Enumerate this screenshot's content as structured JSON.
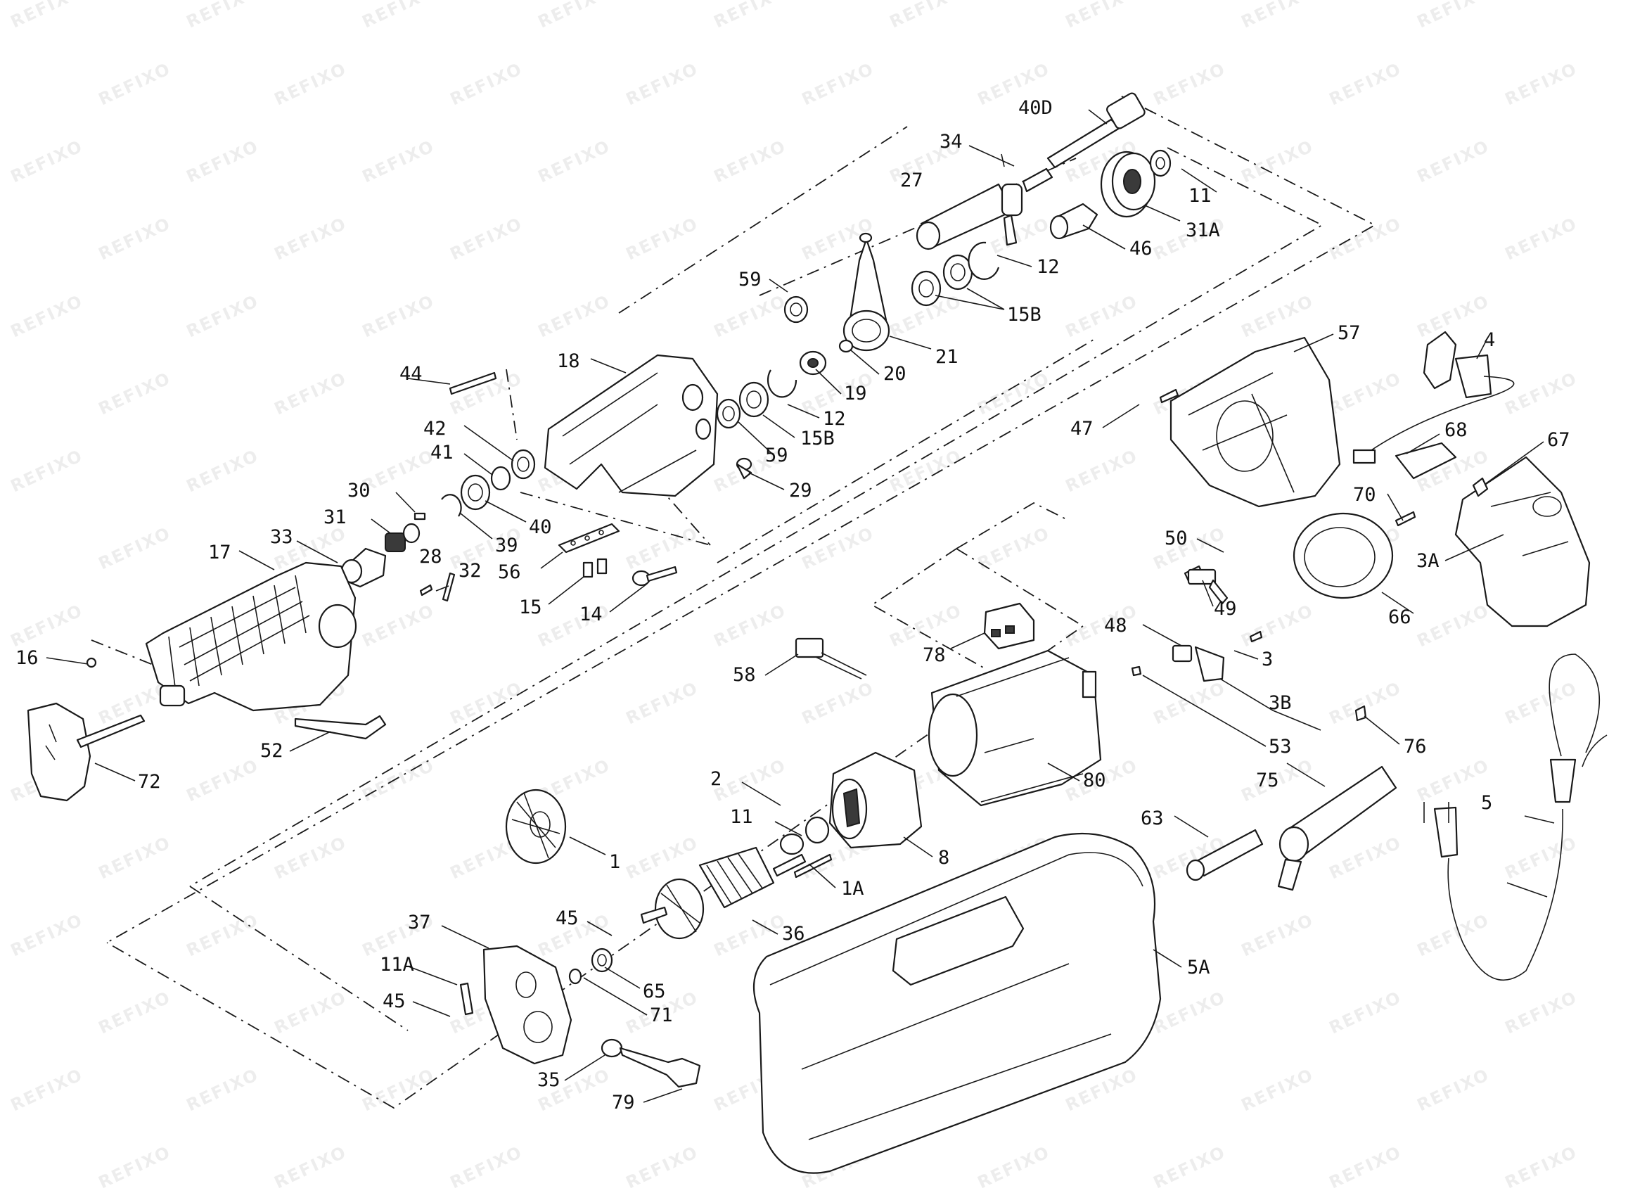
{
  "watermark": "REFIXO",
  "labels": [
    "40D",
    "34",
    "27",
    "11",
    "31A",
    "46",
    "12",
    "15B",
    "59",
    "21",
    "20",
    "19",
    "18",
    "44",
    "42",
    "41",
    "40",
    "39",
    "30",
    "31",
    "28",
    "32",
    "33",
    "17",
    "56",
    "15",
    "14",
    "29",
    "57",
    "4",
    "47",
    "68",
    "67",
    "70",
    "50",
    "49",
    "66",
    "3A",
    "48",
    "3",
    "3B",
    "53",
    "76",
    "78",
    "58",
    "16",
    "72",
    "52",
    "80",
    "75",
    "63",
    "2",
    "8",
    "1A",
    "1",
    "36",
    "45",
    "37",
    "11A",
    "65",
    "71",
    "35",
    "79",
    "5A",
    "5"
  ]
}
